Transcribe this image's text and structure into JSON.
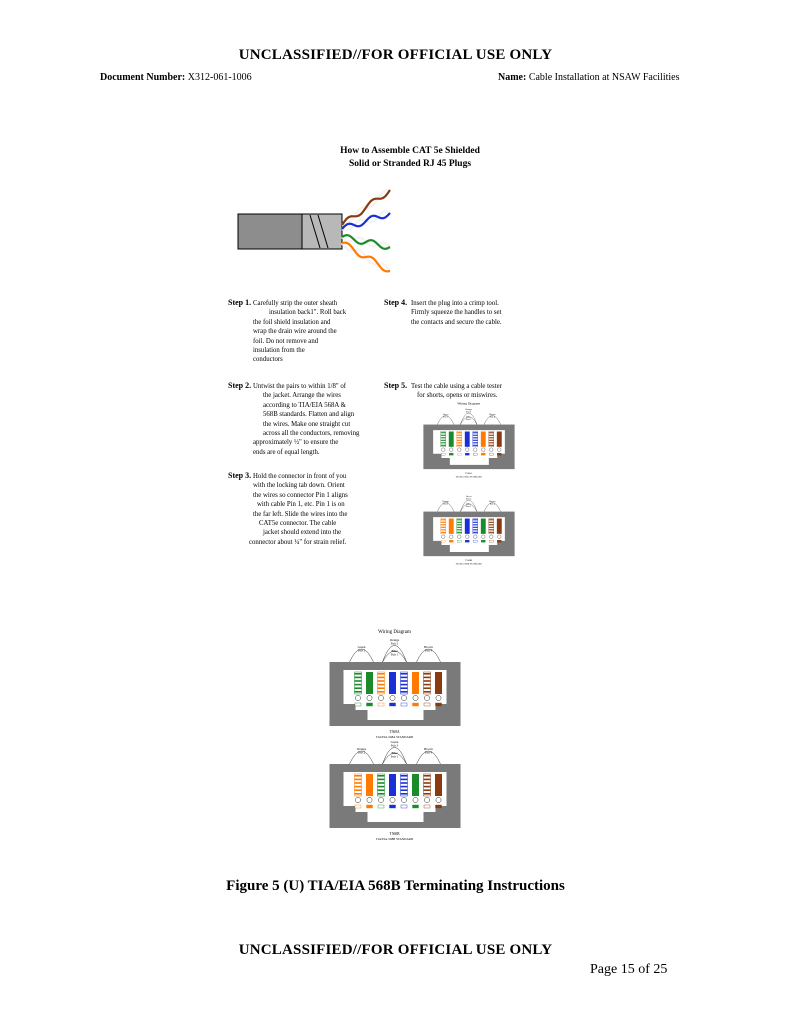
{
  "classification": {
    "top": "UNCLASSIFIED//FOR OFFICIAL USE ONLY",
    "bottom": "UNCLASSIFIED//FOR OFFICIAL USE ONLY"
  },
  "header": {
    "doc_number_label": "Document Number:",
    "doc_number": "X312-061-1006",
    "name_label": "Name:",
    "name": "Cable Installation at NSAW Facilities"
  },
  "figure": {
    "title_line1": "How to Assemble CAT 5e Shielded",
    "title_line2": "Solid or Stranded RJ 45 Plugs",
    "steps": [
      {
        "label": "Step 1.",
        "text": [
          "Carefully strip the outer sheath",
          "insulation back1\". Roll back",
          "the foil shield insulation and",
          "wrap the drain wire around the",
          "foil. Do not remove and",
          "insulation from the",
          "conductors"
        ]
      },
      {
        "label": "Step 2.",
        "text": [
          "Untwist the pairs to within 1/8\" of",
          "the jacket. Arrange the wires",
          "according to TIA/EIA 568A &",
          "568B standards. Flatten and align",
          "the wires. Make one straight cut",
          "across all the conductors, removing",
          "approximately ½\" to ensure the",
          "ends are of equal length."
        ]
      },
      {
        "label": "Step 3.",
        "text": [
          "Hold the connector in front of you",
          "with the locking tab down. Orient",
          "the wires so connector Pin 1 aligns",
          "with cable Pin 1, etc. Pin 1 is on",
          "the far left. Slide the wires into the",
          "CAT5e connector. The cable",
          "jacket should extend into the",
          "connector about ¼\" for strain relief."
        ]
      },
      {
        "label": "Step 4.",
        "text": [
          "Insert the plug into a crimp tool.",
          "Firmly squeeze the handles to set",
          "the contacts and secure the cable."
        ]
      },
      {
        "label": "Step 5.",
        "text": [
          "Test the cable using a cable tester",
          "for shorts, opens or miswires."
        ]
      }
    ],
    "wiring_diagram_label": "Wiring Diagram",
    "pair_labels_a": [
      "Green Pair 3",
      "Orange Pair 2",
      "Blue Pair 1",
      "Brown Pair 4"
    ],
    "pair_labels_b": [
      "Orange Pair 2",
      "Green Pair 3",
      "Blue Pair 1",
      "Brown Pair 4"
    ],
    "std_a": "T568A",
    "std_a_sub": "TIA/EIA-568A STANDARD",
    "std_b": "T568B",
    "std_b_sub": "TIA/EIA-568B STANDARD",
    "colors": {
      "green": "#1a8a2a",
      "orange": "#ff7a00",
      "blue": "#1a2fd6",
      "brown": "#8a3a10",
      "jack": "#7a7a7a"
    }
  },
  "caption": "Figure 5 (U) TIA/EIA 568B Terminating Instructions",
  "page": "Page 15 of 25"
}
